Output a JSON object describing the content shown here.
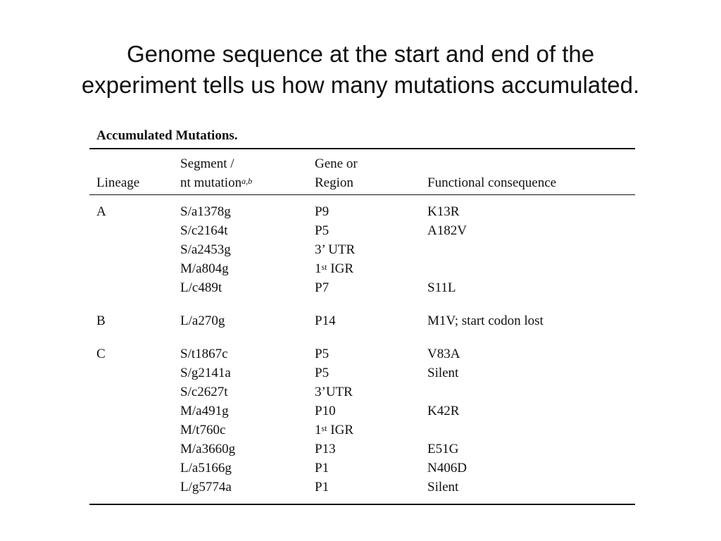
{
  "title": {
    "line1": "Genome sequence at the start and end of the",
    "line2": "experiment tells us how many mutations accumulated."
  },
  "table": {
    "caption": "Accumulated Mutations.",
    "headers": {
      "lineage": "Lineage",
      "segment_top": "Segment /",
      "segment_bottom": "nt mutation",
      "segment_sup": "a,b",
      "gene_top": "Gene or",
      "gene_bottom": "Region",
      "func": "Functional consequence"
    },
    "groups": [
      {
        "lineage": "A",
        "rows": [
          {
            "segment": "S/a1378g",
            "gene": "P9",
            "gene_sup": "",
            "gene_rest": "",
            "func": "K13R"
          },
          {
            "segment": "S/c2164t",
            "gene": "P5",
            "gene_sup": "",
            "gene_rest": "",
            "func": "A182V"
          },
          {
            "segment": "S/a2453g",
            "gene": "3’ UTR",
            "gene_sup": "",
            "gene_rest": "",
            "func": ""
          },
          {
            "segment": "M/a804g",
            "gene": "1",
            "gene_sup": "st",
            "gene_rest": " IGR",
            "func": ""
          },
          {
            "segment": "L/c489t",
            "gene": "P7",
            "gene_sup": "",
            "gene_rest": "",
            "func": "S11L"
          }
        ]
      },
      {
        "lineage": "B",
        "rows": [
          {
            "segment": "L/a270g",
            "gene": "P14",
            "gene_sup": "",
            "gene_rest": "",
            "func": "M1V; start codon lost"
          }
        ]
      },
      {
        "lineage": "C",
        "rows": [
          {
            "segment": "S/t1867c",
            "gene": "P5",
            "gene_sup": "",
            "gene_rest": "",
            "func": "V83A"
          },
          {
            "segment": "S/g2141a",
            "gene": "P5",
            "gene_sup": "",
            "gene_rest": "",
            "func": "Silent"
          },
          {
            "segment": "S/c2627t",
            "gene": "3’UTR",
            "gene_sup": "",
            "gene_rest": "",
            "func": ""
          },
          {
            "segment": "M/a491g",
            "gene": "P10",
            "gene_sup": "",
            "gene_rest": "",
            "func": "K42R"
          },
          {
            "segment": "M/t760c",
            "gene": "1",
            "gene_sup": "st",
            "gene_rest": " IGR",
            "func": ""
          },
          {
            "segment": "M/a3660g",
            "gene": "P13",
            "gene_sup": "",
            "gene_rest": "",
            "func": "E51G"
          },
          {
            "segment": "L/a5166g",
            "gene": "P1",
            "gene_sup": "",
            "gene_rest": "",
            "func": "N406D"
          },
          {
            "segment": "L/g5774a",
            "gene": "P1",
            "gene_sup": "",
            "gene_rest": "",
            "func": "Silent"
          }
        ]
      }
    ]
  }
}
